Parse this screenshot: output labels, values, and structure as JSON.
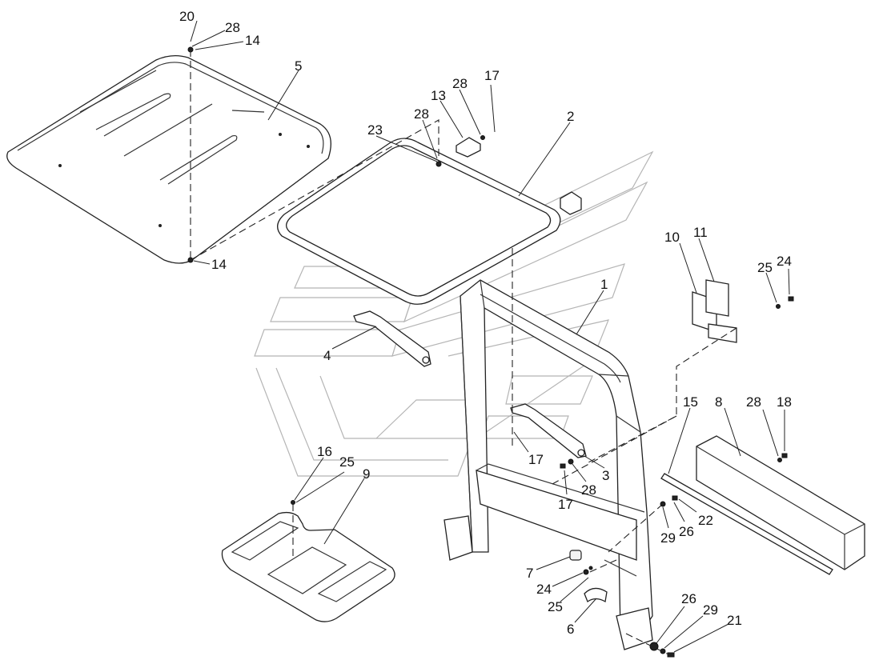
{
  "colors": {
    "line": "#222222",
    "watermark": "#b5b5b5",
    "background": "#ffffff"
  },
  "callouts": [
    {
      "id": "c20a",
      "label": "20"
    },
    {
      "id": "c28a",
      "label": "28"
    },
    {
      "id": "c14a",
      "label": "14"
    },
    {
      "id": "c5",
      "label": "5"
    },
    {
      "id": "c14b",
      "label": "14"
    },
    {
      "id": "c23",
      "label": "23"
    },
    {
      "id": "c28b",
      "label": "28"
    },
    {
      "id": "c13",
      "label": "13"
    },
    {
      "id": "c28c",
      "label": "28"
    },
    {
      "id": "c17a",
      "label": "17"
    },
    {
      "id": "c2",
      "label": "2"
    },
    {
      "id": "c1",
      "label": "1"
    },
    {
      "id": "c10",
      "label": "10"
    },
    {
      "id": "c11",
      "label": "11"
    },
    {
      "id": "c25a",
      "label": "25"
    },
    {
      "id": "c24a",
      "label": "24"
    },
    {
      "id": "c4",
      "label": "4"
    },
    {
      "id": "c15",
      "label": "15"
    },
    {
      "id": "c8",
      "label": "8"
    },
    {
      "id": "c28d",
      "label": "28"
    },
    {
      "id": "c18",
      "label": "18"
    },
    {
      "id": "c16",
      "label": "16"
    },
    {
      "id": "c25b",
      "label": "25"
    },
    {
      "id": "c9",
      "label": "9"
    },
    {
      "id": "c17b",
      "label": "17"
    },
    {
      "id": "c3",
      "label": "3"
    },
    {
      "id": "c17c",
      "label": "17"
    },
    {
      "id": "c28e",
      "label": "28"
    },
    {
      "id": "c29a",
      "label": "29"
    },
    {
      "id": "c26a",
      "label": "26"
    },
    {
      "id": "c22",
      "label": "22"
    },
    {
      "id": "c7",
      "label": "7"
    },
    {
      "id": "c24b",
      "label": "24"
    },
    {
      "id": "c25c",
      "label": "25"
    },
    {
      "id": "c6",
      "label": "6"
    },
    {
      "id": "c26b",
      "label": "26"
    },
    {
      "id": "c29b",
      "label": "29"
    },
    {
      "id": "c21",
      "label": "21"
    }
  ]
}
